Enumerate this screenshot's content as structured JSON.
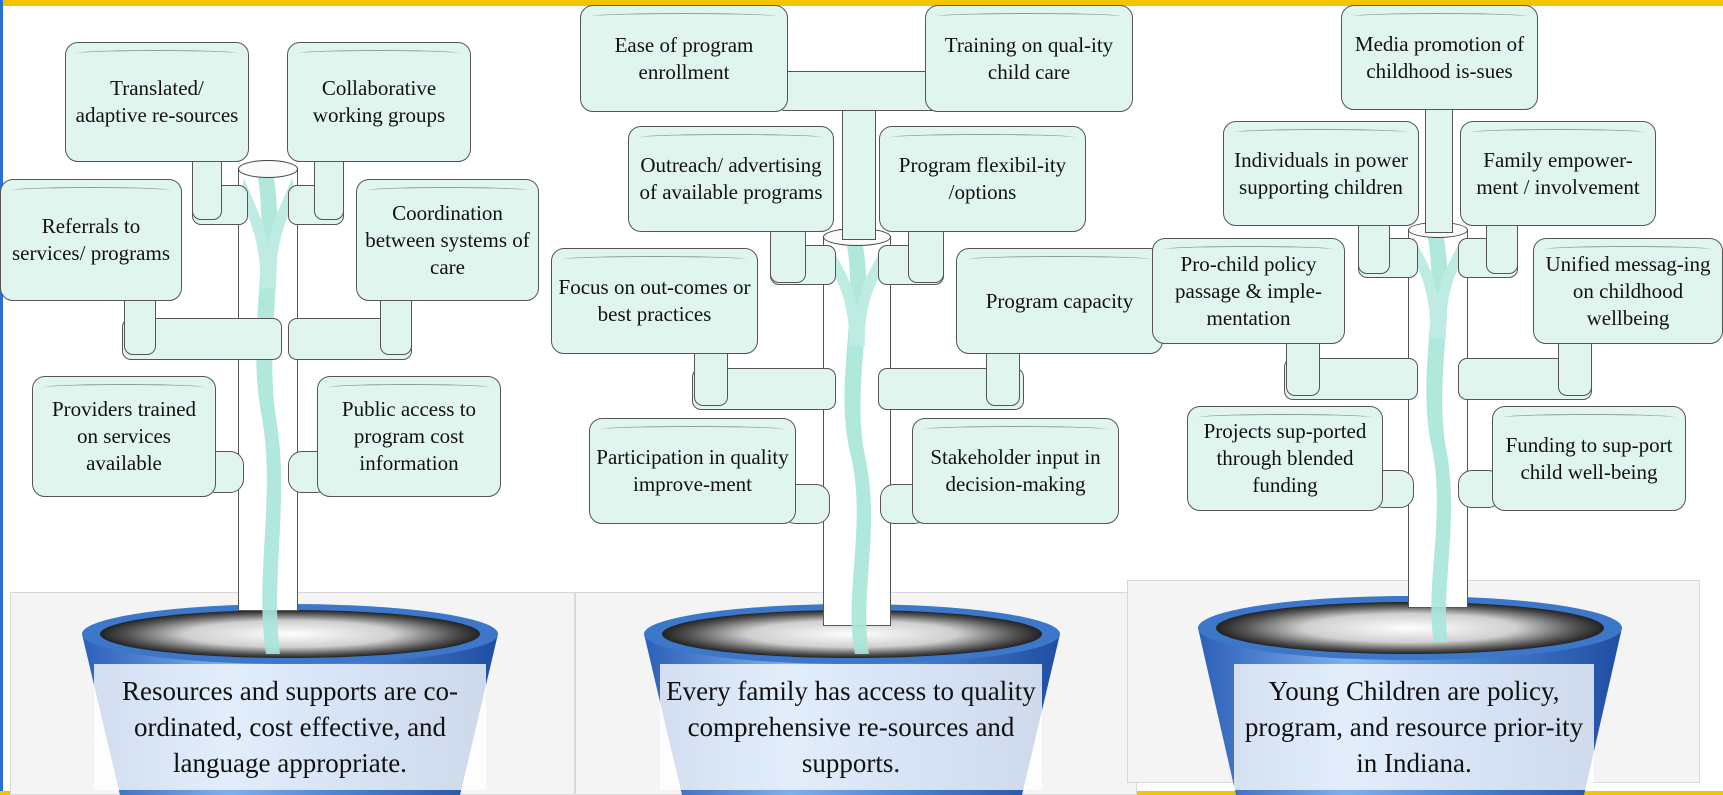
{
  "colors": {
    "accent_top": "#f5c400",
    "accent_left": "#2a6fd6",
    "leaf_fill": "#e1f5ef",
    "water": "#a8e6d8",
    "pot_blue": "#3d77c9"
  },
  "plants": [
    {
      "pot_text": "Resources and supports are co-ordinated, cost effective, and language appropriate.",
      "leaves": [
        "Translated/ adaptive re-sources",
        "Collaborative working groups",
        "Referrals to services/ programs",
        "Coordination between systems of care",
        "Providers trained on services available",
        "Public access to program cost information"
      ]
    },
    {
      "pot_text": "Every family has access to quality comprehensive re-sources and supports.",
      "leaves": [
        "Ease of program enrollment",
        "Training on qual-ity child care",
        "Outreach/ advertising of available programs",
        "Program flexibil-ity /options",
        "Focus on out-comes or best practices",
        "Program capacity",
        "Participation in quality improve-ment",
        "Stakeholder input in decision-making"
      ]
    },
    {
      "pot_text": "Young Children are policy, program, and resource prior-ity in Indiana.",
      "leaves": [
        "Media promotion of childhood is-sues",
        "Individuals in power supporting children",
        "Family empower-ment / involvement",
        "Pro-child policy passage & imple-mentation",
        "Unified messag-ing on childhood wellbeing",
        "Projects sup-ported through blended funding",
        "Funding to sup-port child well-being"
      ]
    }
  ]
}
